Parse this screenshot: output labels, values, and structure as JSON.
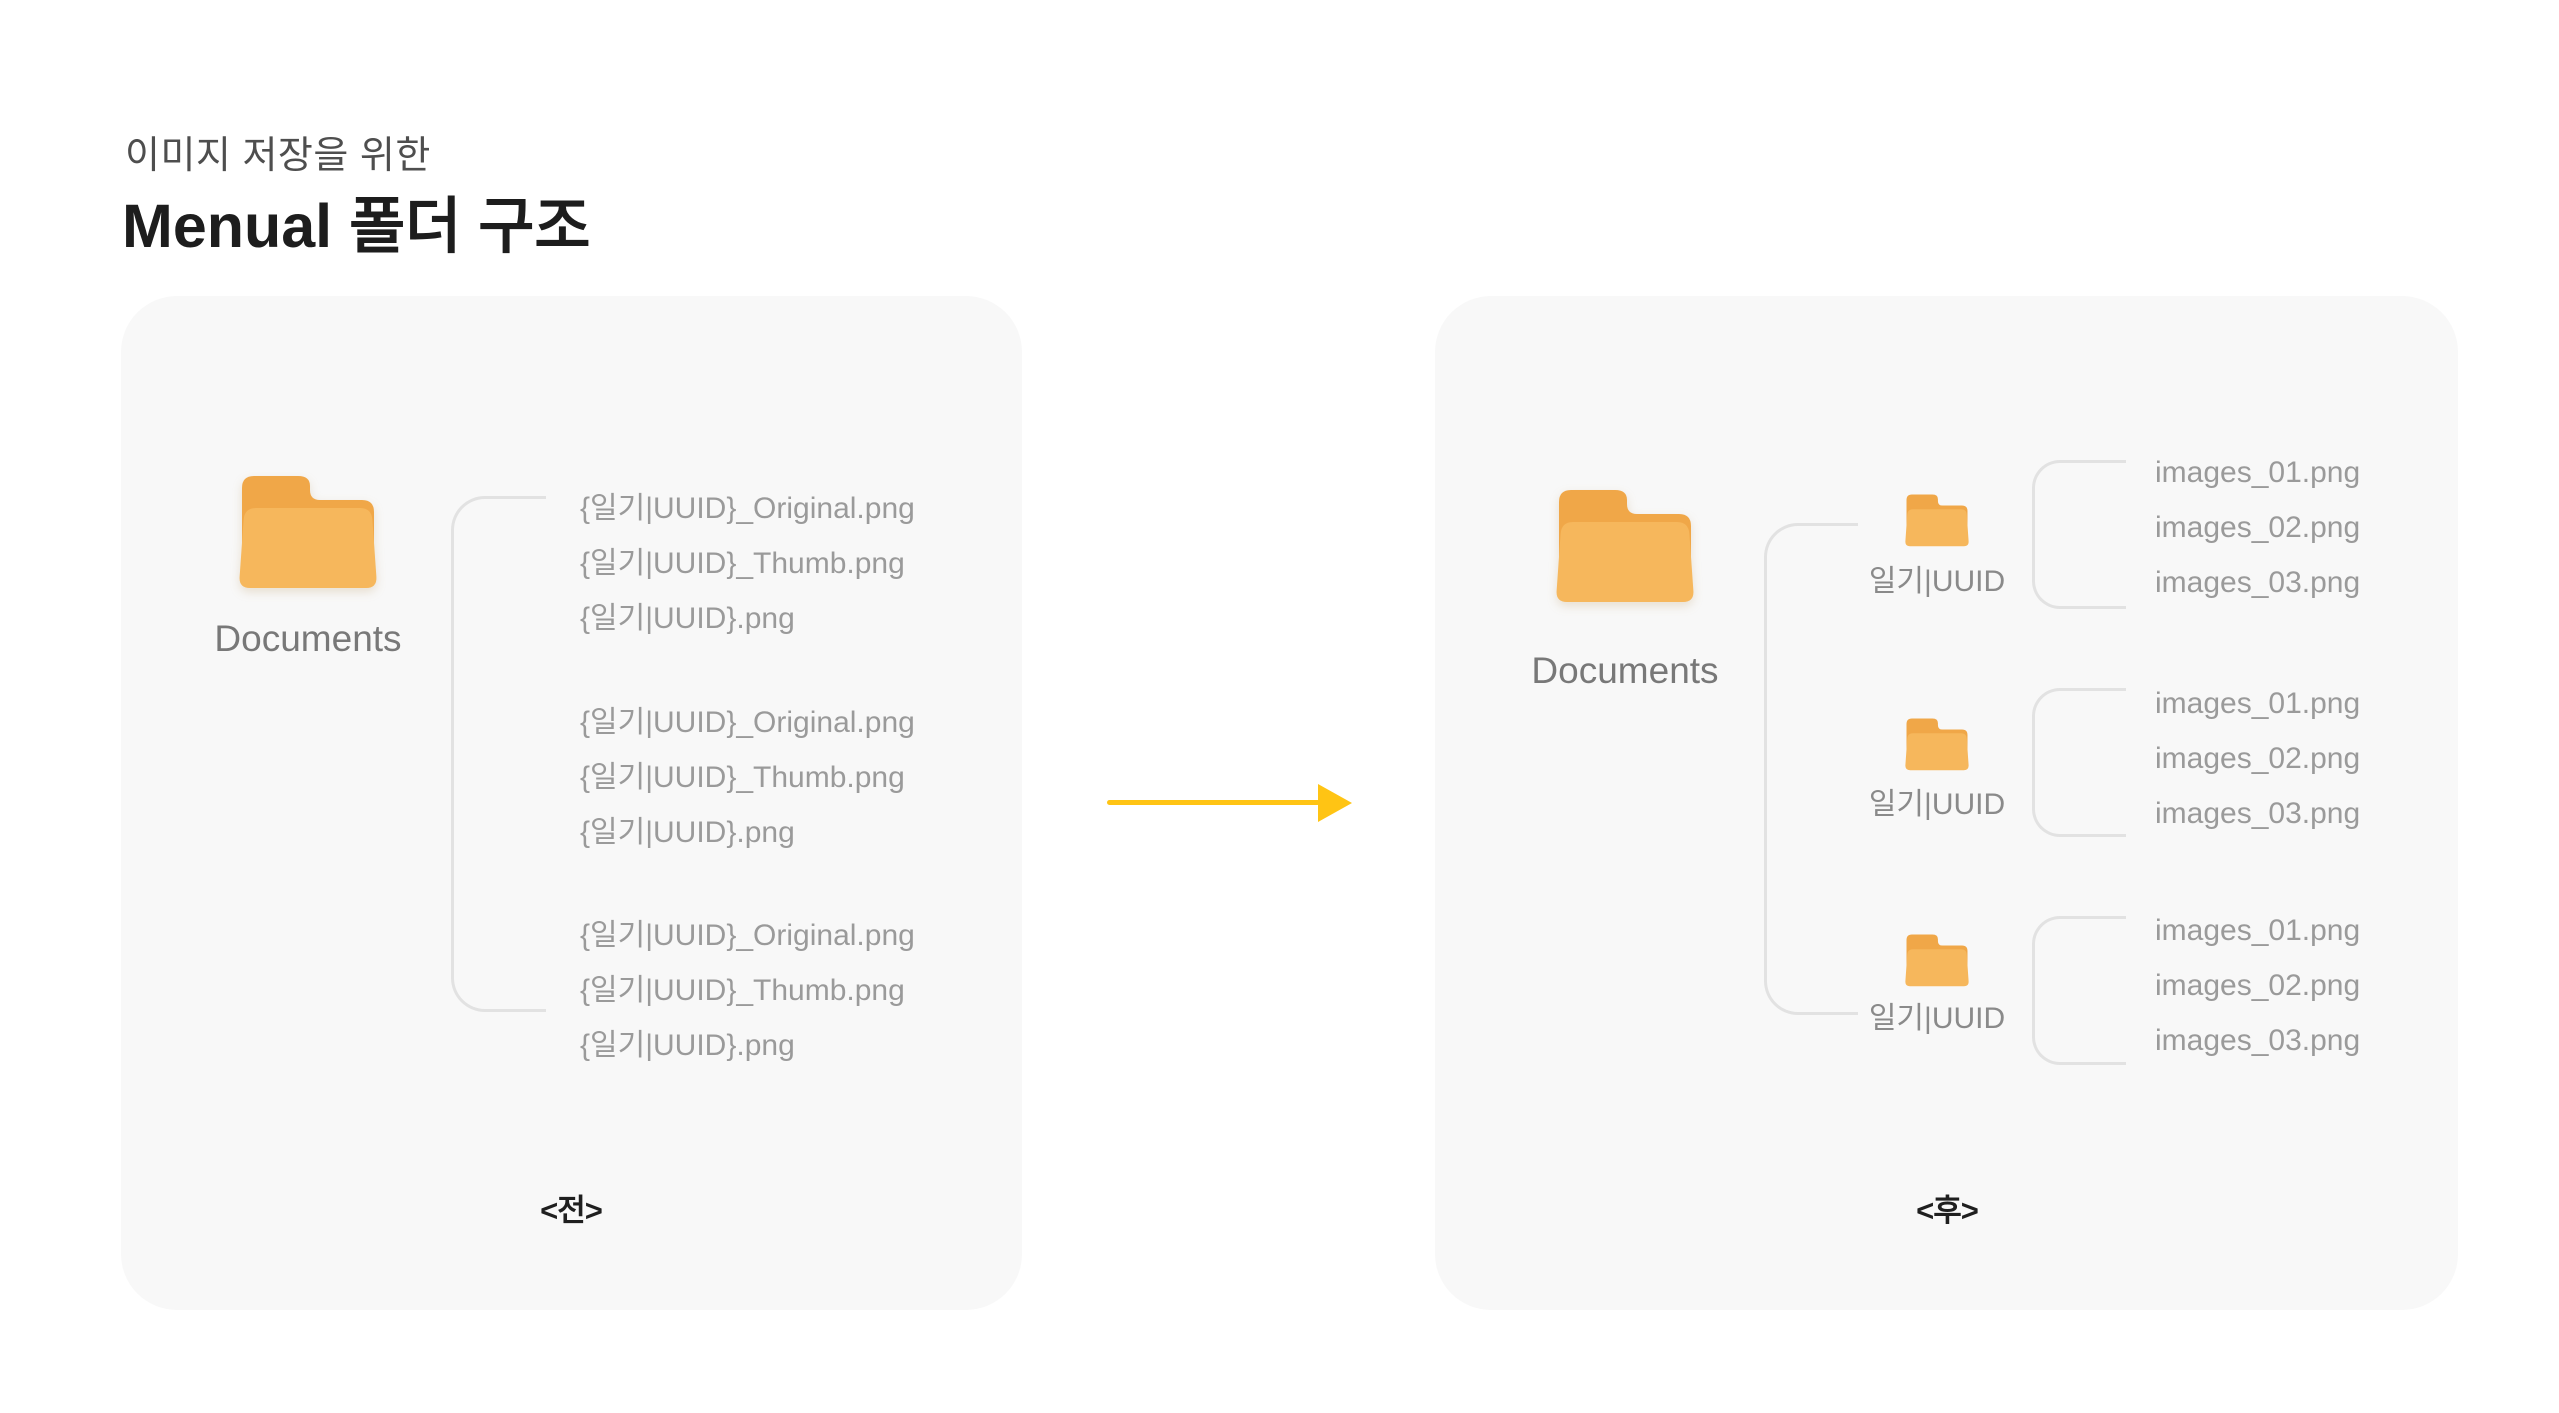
{
  "header": {
    "subtitle": "이미지 저장을 위한",
    "title": "Menual 폴더 구조"
  },
  "before_panel": {
    "folder_label": "Documents",
    "file_groups": [
      [
        "{일기|UUID}_Original.png",
        "{일기|UUID}_Thumb.png",
        "{일기|UUID}.png"
      ],
      [
        "{일기|UUID}_Original.png",
        "{일기|UUID}_Thumb.png",
        "{일기|UUID}.png"
      ],
      [
        "{일기|UUID}_Original.png",
        "{일기|UUID}_Thumb.png",
        "{일기|UUID}.png"
      ]
    ],
    "caption": "<전>"
  },
  "after_panel": {
    "folder_label": "Documents",
    "subfolders": [
      {
        "label": "일기|UUID",
        "files": [
          "images_01.png",
          "images_02.png",
          "images_03.png"
        ]
      },
      {
        "label": "일기|UUID",
        "files": [
          "images_01.png",
          "images_02.png",
          "images_03.png"
        ]
      },
      {
        "label": "일기|UUID",
        "files": [
          "images_01.png",
          "images_02.png",
          "images_03.png"
        ]
      }
    ],
    "caption": "<후>"
  },
  "icons": {
    "folder": "folder-icon",
    "arrow": "arrow-right-icon"
  },
  "colors": {
    "background": "#ffffff",
    "panel_bg": "#f8f8f8",
    "connector": "#e2e2e2",
    "arrow_accent": "#ffc414",
    "folder_front": "#f6b75c",
    "folder_back": "#f0a748",
    "file_text": "#9a9a9a",
    "subfolder_label_text": "#8a8a8a",
    "folder_label_text": "#787878",
    "subtitle_text": "#4e4e4e",
    "title_text": "#1d1d1d"
  }
}
